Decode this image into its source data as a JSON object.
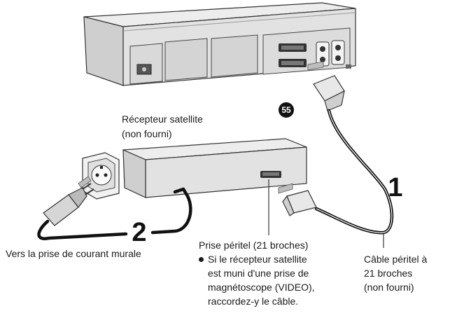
{
  "labels": {
    "satellite_title": "Récepteur satellite",
    "satellite_note": "(non fourni)",
    "wall_outlet": "Vers la prise de courant murale",
    "scart_title": "Prise péritel (21 broches)",
    "scart_bullet": [
      "Si le récepteur satellite",
      "est muni d'une prise de",
      "magnétoscope (VIDEO),",
      "raccordez-y le câble."
    ],
    "cable_lines": [
      "Câble péritel à",
      "21 broches",
      "(non fourni)"
    ]
  },
  "steps": {
    "one": "1",
    "two": "2"
  },
  "badge": "55",
  "colors": {
    "ink": "#1a1a1a",
    "device_fill": "#e6e6e6",
    "device_dark": "#9a9a9a",
    "background": "#ffffff"
  }
}
